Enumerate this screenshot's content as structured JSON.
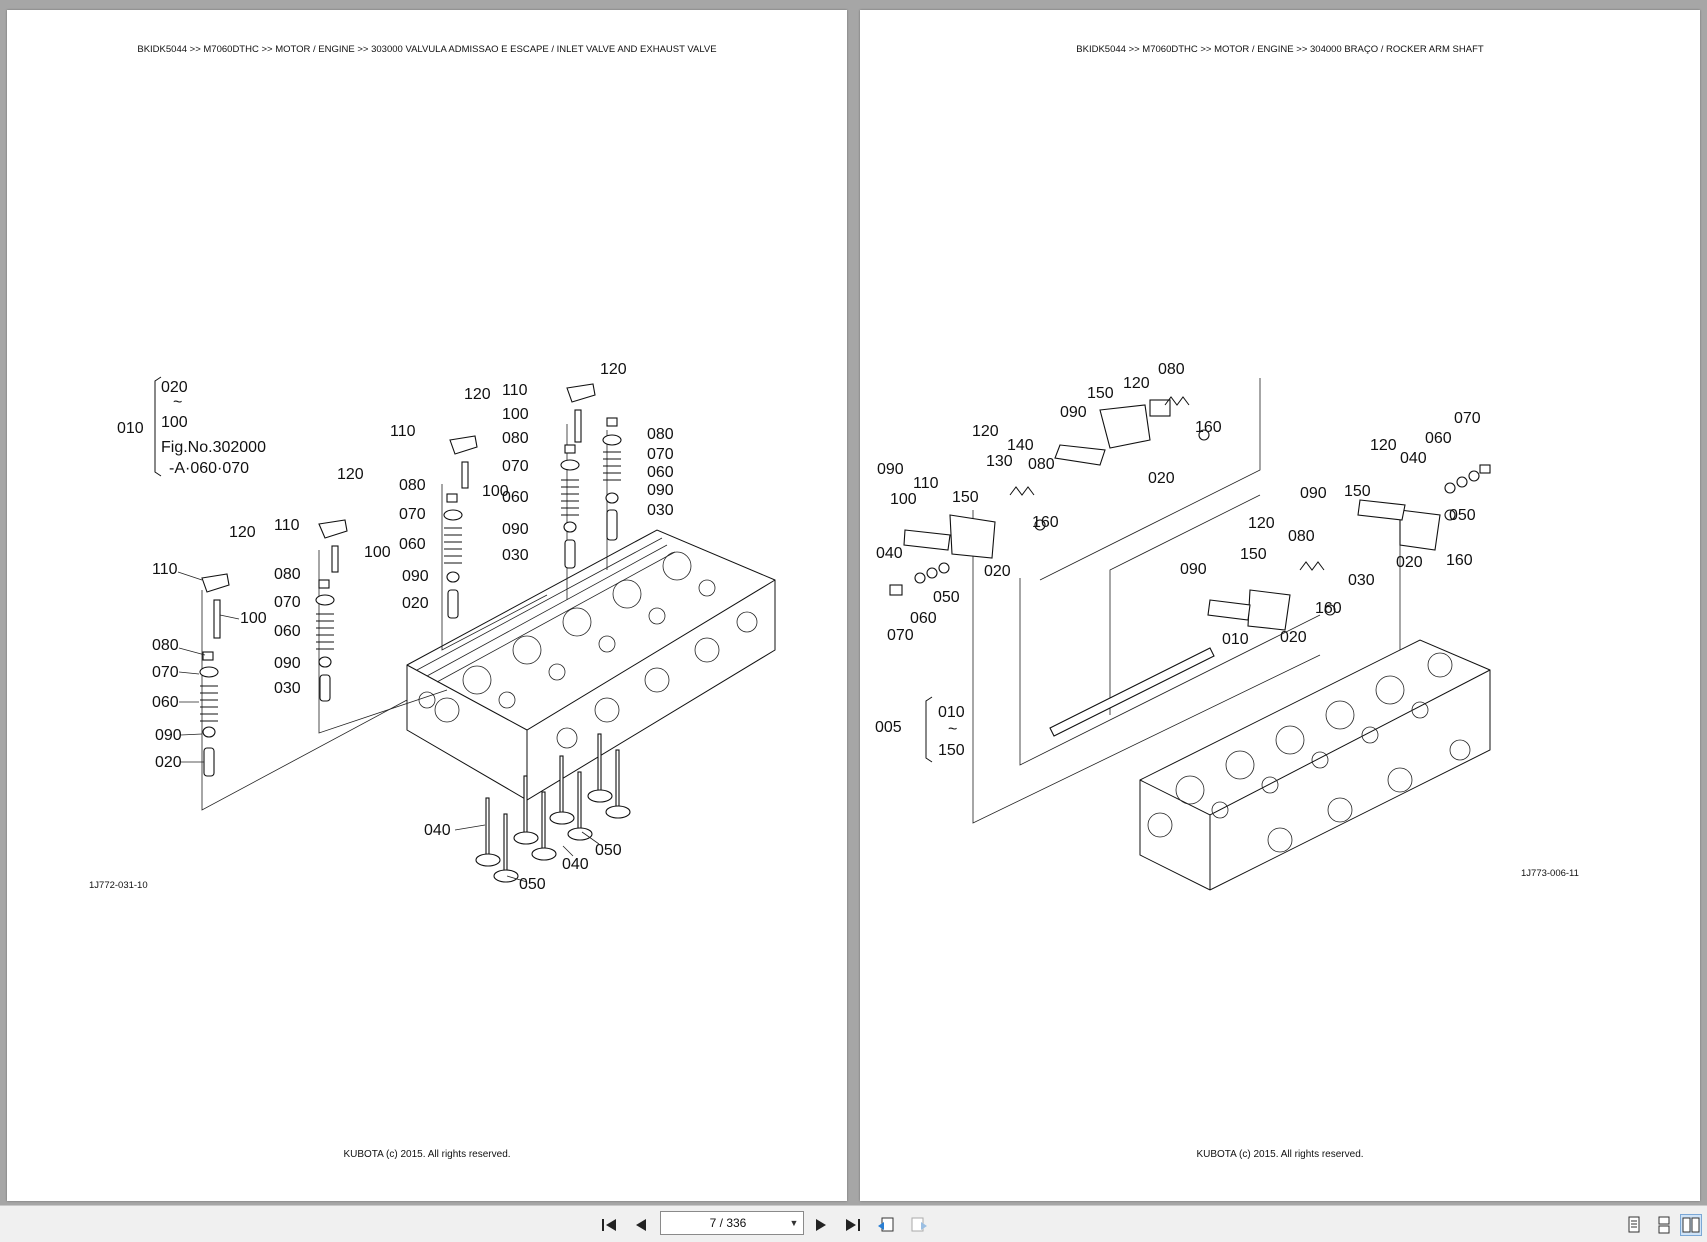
{
  "left_page": {
    "header": "BKIDK5044 >> M7060DTHC >> MOTOR / ENGINE >> 303000   VALVULA ADMISSAO E ESCAPE / INLET VALVE AND EXHAUST VALVE",
    "footer": "KUBOTA (c) 2015. All rights reserved.",
    "figure_code": "1J772-031-10",
    "labels": {
      "ref_020": "020",
      "tilde": "~",
      "ref_100": "100",
      "ref_010": "010",
      "fig_ref": "Fig.No.302000",
      "fig_ref_sub": "-A·060·070",
      "l120a": "120",
      "l110a": "110",
      "l100a": "100",
      "l080a": "080",
      "l070a": "070",
      "l060a": "060",
      "l090a": "090",
      "l020a": "020",
      "l120b": "120",
      "l110b": "110",
      "l100b": "100",
      "l080b": "080",
      "l070b": "070",
      "l060b": "060",
      "l090b": "090",
      "l030b": "030",
      "l120c": "120",
      "l110c": "110",
      "l100c": "100",
      "l080c": "080",
      "l070c": "070",
      "l060c": "060",
      "l090c": "090",
      "l020c": "020",
      "l120d": "120",
      "l110d": "110",
      "l100d": "100",
      "l080d": "080",
      "l070d": "070",
      "l060d": "060",
      "l090d": "090",
      "l030d": "030",
      "l080e": "080",
      "l070e": "070",
      "l060e": "060",
      "l090e": "090",
      "l030e": "030",
      "l040a": "040",
      "l050a": "050",
      "l040b": "040",
      "l050b": "050"
    }
  },
  "right_page": {
    "header": "BKIDK5044 >> M7060DTHC >> MOTOR / ENGINE >> 304000   BRAÇO / ROCKER ARM SHAFT",
    "footer": "KUBOTA (c) 2015. All rights reserved.",
    "figure_code": "1J773-006-11",
    "labels": {
      "r080a": "080",
      "r120a": "120",
      "r150a": "150",
      "r090a": "090",
      "r160a": "160",
      "r020a": "020",
      "r120b": "120",
      "r140": "140",
      "r130": "130",
      "r080b": "080",
      "r160b": "160",
      "r090b": "090",
      "r110": "110",
      "r100": "100",
      "r150b": "150",
      "r040a": "040",
      "r050a": "050",
      "r060a": "060",
      "r070a": "070",
      "r020b": "020",
      "r070b": "070",
      "r060b": "060",
      "r120c": "120",
      "r040b": "040",
      "r050b": "050",
      "r090c": "090",
      "r150c": "150",
      "r020c": "020",
      "r160c": "160",
      "r030": "030",
      "r120d": "120",
      "r080c": "080",
      "r150d": "150",
      "r090d": "090",
      "r160d": "160",
      "r020d": "020",
      "r010": "010",
      "r005": "005",
      "r010b": "010",
      "rtilde": "~",
      "r150e": "150"
    }
  },
  "toolbar": {
    "page_indicator": "7 / 336",
    "first_icon": "first-page-icon",
    "prev_icon": "previous-page-icon",
    "next_icon": "next-page-icon",
    "last_icon": "last-page-icon"
  }
}
